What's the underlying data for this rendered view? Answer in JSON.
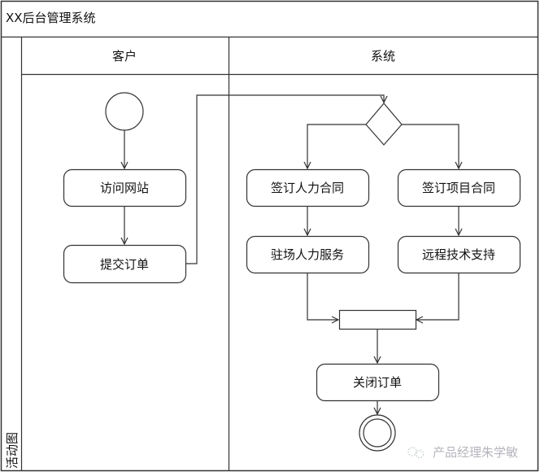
{
  "title": "XX后台管理系统",
  "diagram_label": "活动图",
  "lanes": [
    {
      "label": "客户"
    },
    {
      "label": "系统"
    }
  ],
  "activities": {
    "visit_site": "访问网站",
    "submit_order": "提交订单",
    "sign_staffing_contract": "签订人力合同",
    "sign_project_contract": "签订项目合同",
    "onsite_staffing_service": "驻场人力服务",
    "remote_tech_support": "远程技术支持",
    "close_order": "关闭订单"
  },
  "watermark": "产品经理朱学敏"
}
